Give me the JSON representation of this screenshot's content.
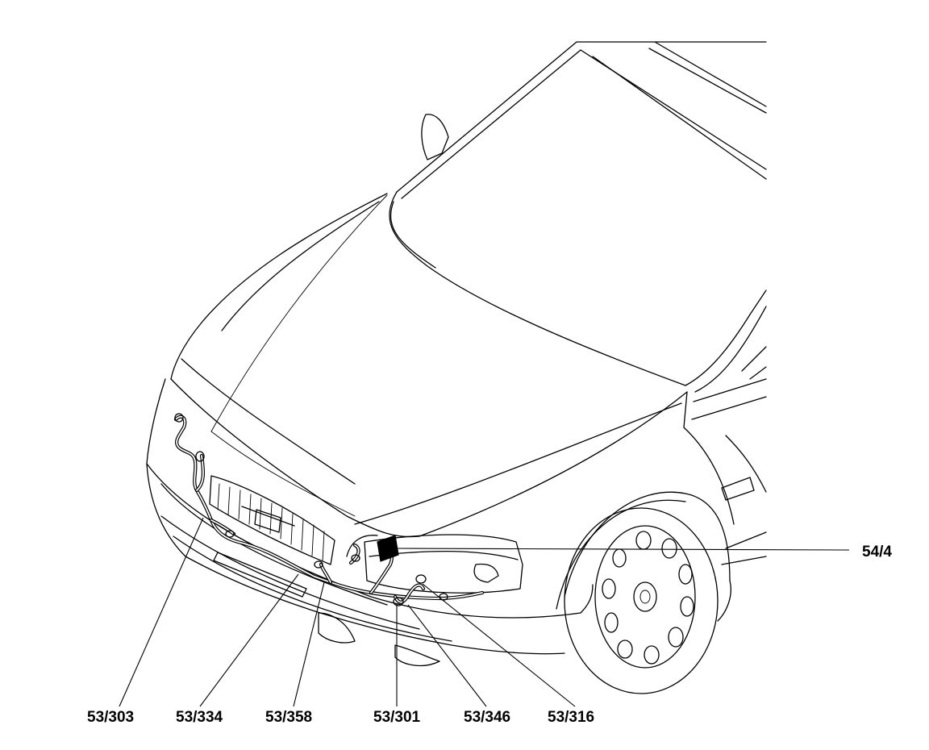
{
  "diagram": {
    "callouts": [
      {
        "id": "53-303",
        "label": "53/303"
      },
      {
        "id": "53-334",
        "label": "53/334"
      },
      {
        "id": "53-358",
        "label": "53/358"
      },
      {
        "id": "53-301",
        "label": "53/301"
      },
      {
        "id": "53-346",
        "label": "53/346"
      },
      {
        "id": "53-316",
        "label": "53/316"
      },
      {
        "id": "54-4",
        "label": "54/4"
      }
    ]
  }
}
